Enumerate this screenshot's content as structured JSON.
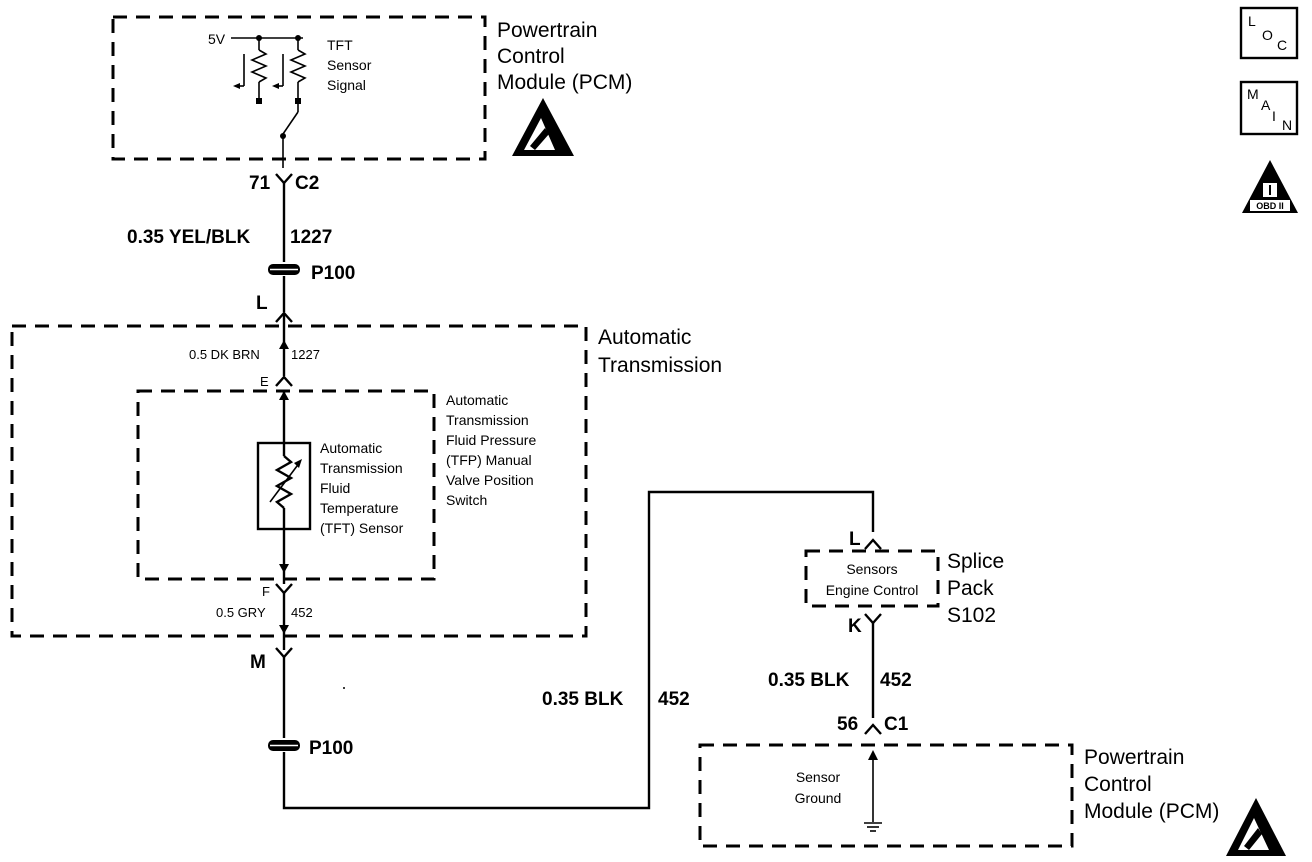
{
  "pcm_top": {
    "title_lines": [
      "Powertrain",
      "Control",
      "Module (PCM)"
    ],
    "voltage": "5V",
    "signal_lines": [
      "TFT",
      "Sensor",
      "Signal"
    ]
  },
  "connector_c2": {
    "pin": "71",
    "name": "C2"
  },
  "wire_top": {
    "label": "0.35 YEL/BLK",
    "circuit": "1227"
  },
  "p100_top": {
    "label": "P100"
  },
  "pin_l_top": {
    "label": "L"
  },
  "auto_trans": {
    "title_lines": [
      "Automatic",
      "Transmission"
    ],
    "wire_inner_top": {
      "label": "0.5 DK BRN",
      "circuit": "1227"
    },
    "pin_e": "E",
    "tfp_lines": [
      "Automatic",
      "Transmission",
      "Fluid Pressure",
      "(TFP) Manual",
      "Valve Position",
      "Switch"
    ],
    "tft_lines": [
      "Automatic",
      "Transmission",
      "Fluid",
      "Temperature",
      "(TFT) Sensor"
    ],
    "pin_f": "F",
    "wire_inner_bottom": {
      "label": "0.5 GRY",
      "circuit": "452"
    }
  },
  "pin_m": {
    "label": "M"
  },
  "p100_bottom": {
    "label": "P100"
  },
  "wire_long": {
    "label": "0.35 BLK",
    "circuit": "452"
  },
  "splice": {
    "pin_l": "L",
    "inner_lines": [
      "Sensors",
      "Engine Control"
    ],
    "title_lines": [
      "Splice",
      "Pack",
      "S102"
    ],
    "pin_k": "K"
  },
  "wire_right": {
    "label": "0.35 BLK",
    "circuit": "452"
  },
  "connector_c1": {
    "pin": "56",
    "name": "C1"
  },
  "pcm_bottom": {
    "title_lines": [
      "Powertrain",
      "Control",
      "Module (PCM)"
    ],
    "ground_lines": [
      "Sensor",
      "Ground"
    ]
  },
  "side_icons": {
    "loc": {
      "a": "L",
      "b": "O",
      "c": "C"
    },
    "main": {
      "a": "M",
      "b": "A",
      "c": "I",
      "d": "N"
    },
    "obd": {
      "label": "OBD II"
    }
  }
}
